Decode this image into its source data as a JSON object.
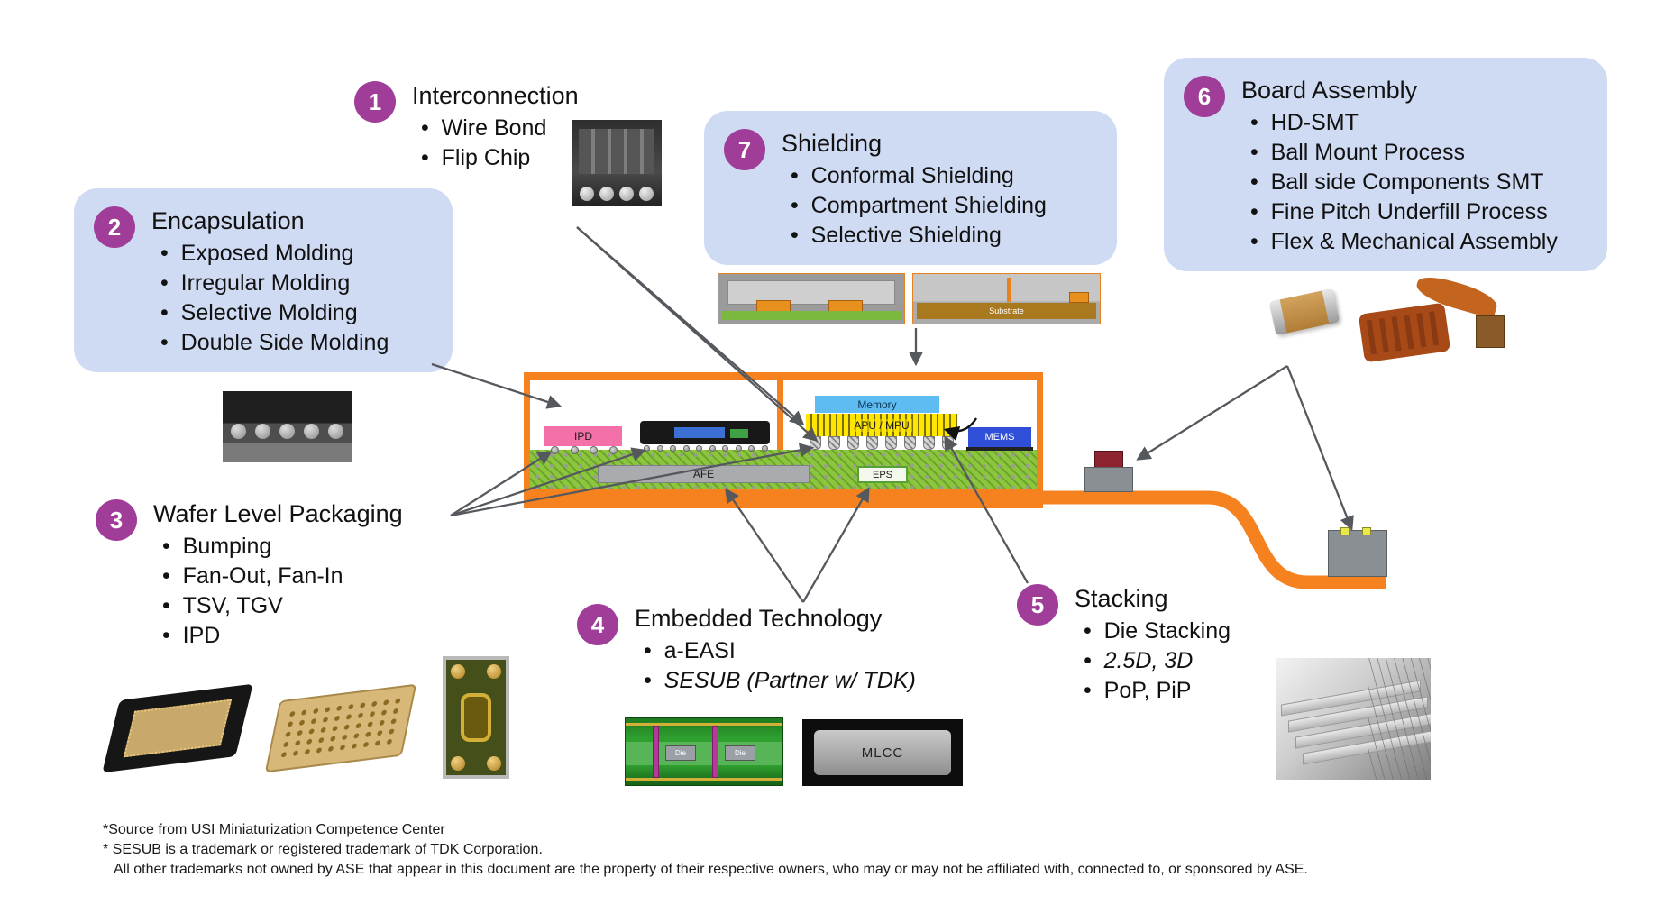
{
  "callouts": {
    "interconnection": {
      "number": "1",
      "title": "Interconnection",
      "items": [
        "Wire Bond",
        "Flip Chip"
      ]
    },
    "encapsulation": {
      "number": "2",
      "title": "Encapsulation",
      "items": [
        "Exposed Molding",
        "Irregular Molding",
        "Selective Molding",
        "Double Side Molding"
      ]
    },
    "wafer_level_packaging": {
      "number": "3",
      "title": "Wafer Level Packaging",
      "items": [
        "Bumping",
        "Fan-Out, Fan-In",
        "TSV, TGV",
        "IPD"
      ]
    },
    "embedded_technology": {
      "number": "4",
      "title": "Embedded Technology",
      "items": [
        "a-EASI",
        "SESUB (Partner w/ TDK)"
      ]
    },
    "stacking": {
      "number": "5",
      "title": "Stacking",
      "items": [
        "Die Stacking",
        "2.5D, 3D",
        "PoP, PiP"
      ]
    },
    "board_assembly": {
      "number": "6",
      "title": "Board Assembly",
      "items": [
        "HD-SMT",
        "Ball Mount Process",
        "Ball side Components SMT",
        "Fine Pitch Underfill Process",
        "Flex & Mechanical Assembly"
      ]
    },
    "shielding": {
      "number": "7",
      "title": "Shielding",
      "items": [
        "Conformal Shielding",
        "Compartment Shielding",
        "Selective Shielding"
      ]
    }
  },
  "module": {
    "ipd_label": "IPD",
    "memory_label": "Memory",
    "apu_label": "APU / MPU",
    "mems_label": "MEMS",
    "afe_label": "AFE",
    "eps_label": "EPS"
  },
  "photo_labels": {
    "substrate": "Substrate",
    "mlcc": "MLCC",
    "die": "Die"
  },
  "footer": {
    "line1": "*Source from USI Miniaturization Competence Center",
    "line2": "* SESUB is a trademark or registered trademark of TDK Corporation.",
    "line3": "All other trademarks not owned by ASE that appear in this document are the property of their respective owners, who may or may not be affiliated with, connected to, or sponsored by ASE."
  },
  "colors": {
    "badge_purple": "#A03D99",
    "callout_bg_blue": "#CFDAF3",
    "ase_orange": "#F5821F",
    "substrate_green": "#8CC63E",
    "arrow_gray": "#55595E"
  }
}
